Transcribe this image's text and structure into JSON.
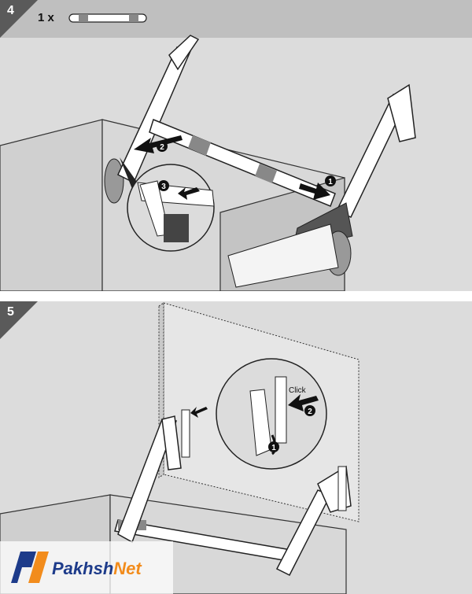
{
  "steps": [
    {
      "number": "4",
      "quantity": "1 x",
      "markers": [
        "1",
        "2",
        "3"
      ]
    },
    {
      "number": "5",
      "markers": [
        "1",
        "2"
      ],
      "callout_text": "Click"
    }
  ],
  "watermark": {
    "part1": "Pakhsh",
    "part2": "Net"
  },
  "colors": {
    "background": "#dcdcdc",
    "header_bar": "#bfbfbf",
    "step_badge": "#5a5a5a",
    "logo_blue": "#1d3b8a",
    "logo_orange": "#f28c1c"
  }
}
